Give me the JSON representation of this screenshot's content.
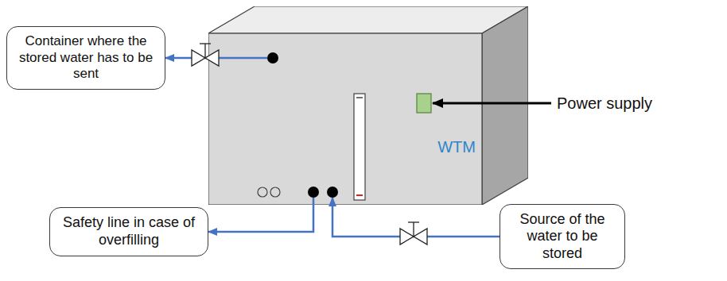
{
  "diagram": {
    "nodes": [
      {
        "text": [
          "Container where the stored water has to be sent"
        ]
      },
      {
        "text": [
          "WTM"
        ]
      },
      {
        "text": [
          "Safety line in case of overfilling"
        ]
      },
      {
        "text": [
          "Source of the water to be stored"
        ]
      }
    ],
    "edges": [
      {
        "from": 1,
        "to": 0,
        "arrow": "to"
      },
      {
        "from": 1,
        "to": 2,
        "arrow": "to"
      },
      {
        "from": 3,
        "to": 1,
        "arrow": "to"
      }
    ],
    "labels": [
      "Power supply"
    ]
  }
}
